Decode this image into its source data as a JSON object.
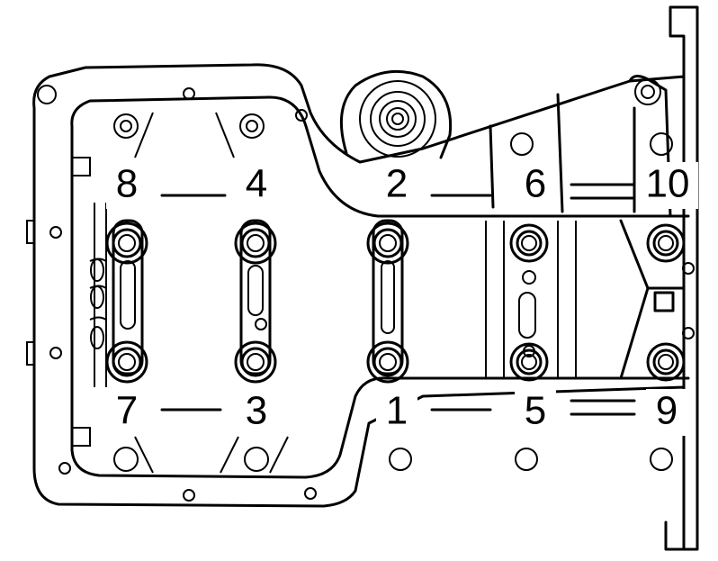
{
  "sequence_labels": {
    "b1": "1",
    "b2": "2",
    "b3": "3",
    "b4": "4",
    "b5": "5",
    "b6": "6",
    "b7": "7",
    "b8": "8",
    "b9": "9",
    "b10": "10"
  },
  "colors": {
    "line": "#000000",
    "background": "#ffffff"
  }
}
